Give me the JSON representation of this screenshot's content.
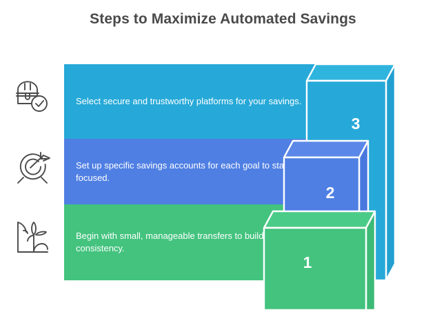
{
  "page": {
    "title": "Steps to Maximize Automated Savings",
    "background": "#ffffff",
    "title_color": "#4a4a4a"
  },
  "colors": {
    "step3": "#26a9d8",
    "step2": "#4f7fe3",
    "step1": "#43c37e",
    "step3_top": "#2fb4de",
    "step2_top": "#5b88e8",
    "step1_top": "#4bcb88",
    "step3_side": "#21a0d0",
    "step2_side": "#4878de",
    "step1_side": "#3dba76",
    "edge": "#ffffff",
    "icon_stroke": "#4a4a4a",
    "text": "#ffffff"
  },
  "steps": [
    {
      "number": "3",
      "text": "Select secure and trustworthy platforms for your savings.",
      "icon": "treasure-chest-check-icon",
      "color": "#26a9d8"
    },
    {
      "number": "2",
      "text": "Set up specific savings accounts for each goal to stay focused.",
      "icon": "target-arrow-icon",
      "color": "#4f7fe3"
    },
    {
      "number": "1",
      "text": "Begin with small, manageable transfers to build consistency.",
      "icon": "sprout-growth-icon",
      "color": "#43c37e"
    }
  ]
}
